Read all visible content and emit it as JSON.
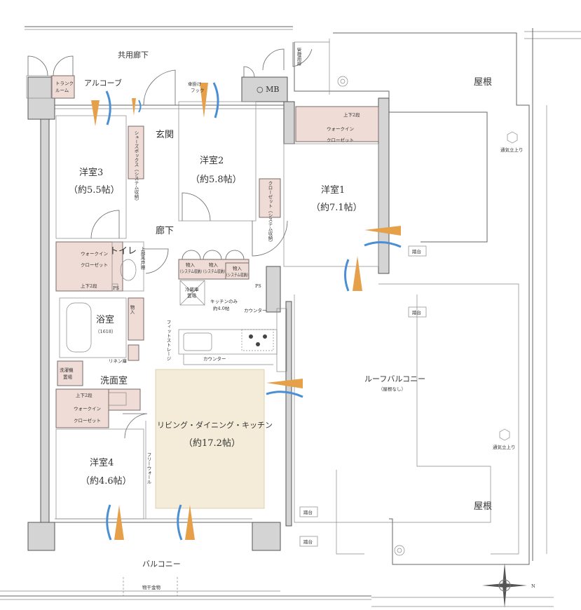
{
  "title": "Floor plan",
  "rooms": {
    "common_corridor": "共用廊下",
    "trunk_room_1": "トランク",
    "trunk_room_2": "ルーム",
    "alcove": "アルコーブ",
    "umbrella_hook_1": "傘掛け",
    "umbrella_hook_2": "フック",
    "mb": "○ MB",
    "admin_door": "管理用扉",
    "entrance": "玄関",
    "shoes_box": "シューズボックス（システム収納）",
    "bedroom3": {
      "name": "洋室3",
      "size": "（約5.5帖）"
    },
    "bedroom2": {
      "name": "洋室2",
      "size": "（約5.8帖）"
    },
    "bedroom1": {
      "name": "洋室1",
      "size": "（約7.1帖）"
    },
    "bedroom4": {
      "name": "洋室4",
      "size": "（約4.6帖）"
    },
    "closet_b2": "クローゼット（システム収納）",
    "wic_b1": {
      "top": "上下2段",
      "mid": "ウォークイン",
      "bottom": "クローゼット"
    },
    "wic_b3": {
      "mid": "ウォークイン",
      "bottom": "クローゼット",
      "shelf": "上下2段"
    },
    "wic_b4": {
      "top": "上下2段",
      "mid": "ウォークイン",
      "bottom": "クローゼット"
    },
    "corridor": "廊下",
    "toilet": "トイレ",
    "upper_cabinet": "上部吊戸棚",
    "ps": "PS",
    "storage": "物入",
    "system_storage": "(システム収納)",
    "fridge_1": "冷蔵庫",
    "fridge_2": "置場",
    "kitchen_only_1": "キッチンのみ",
    "kitchen_only_2": "約4.0帖",
    "counter": "カウンター",
    "fit_storage": "フィットストレージ",
    "bath": {
      "name": "浴室",
      "size": "（1618）"
    },
    "linen": "リネン庫",
    "washroom": "洗面室",
    "washer_1": "洗濯機",
    "washer_2": "置場",
    "ldk": {
      "name": "リビング・ダイニング・キッチン",
      "size": "（約17.2帖）"
    },
    "free_wall": "フリーウォール",
    "roof": "屋根",
    "vent": "通気立上り",
    "step": "踏台",
    "roof_balcony": {
      "name": "ルーフバルコニー",
      "note": "（屋根なし）"
    },
    "balcony": "バルコニー",
    "laundry_hardware": "物干金物",
    "north": "N"
  },
  "colors": {
    "wind_orange": "#e6a04a",
    "wind_blue": "#4a8fd4",
    "storage_pink": "#efdcd6",
    "ldk_floor": "#f4ecd8",
    "wall": "#d4d4d4"
  }
}
